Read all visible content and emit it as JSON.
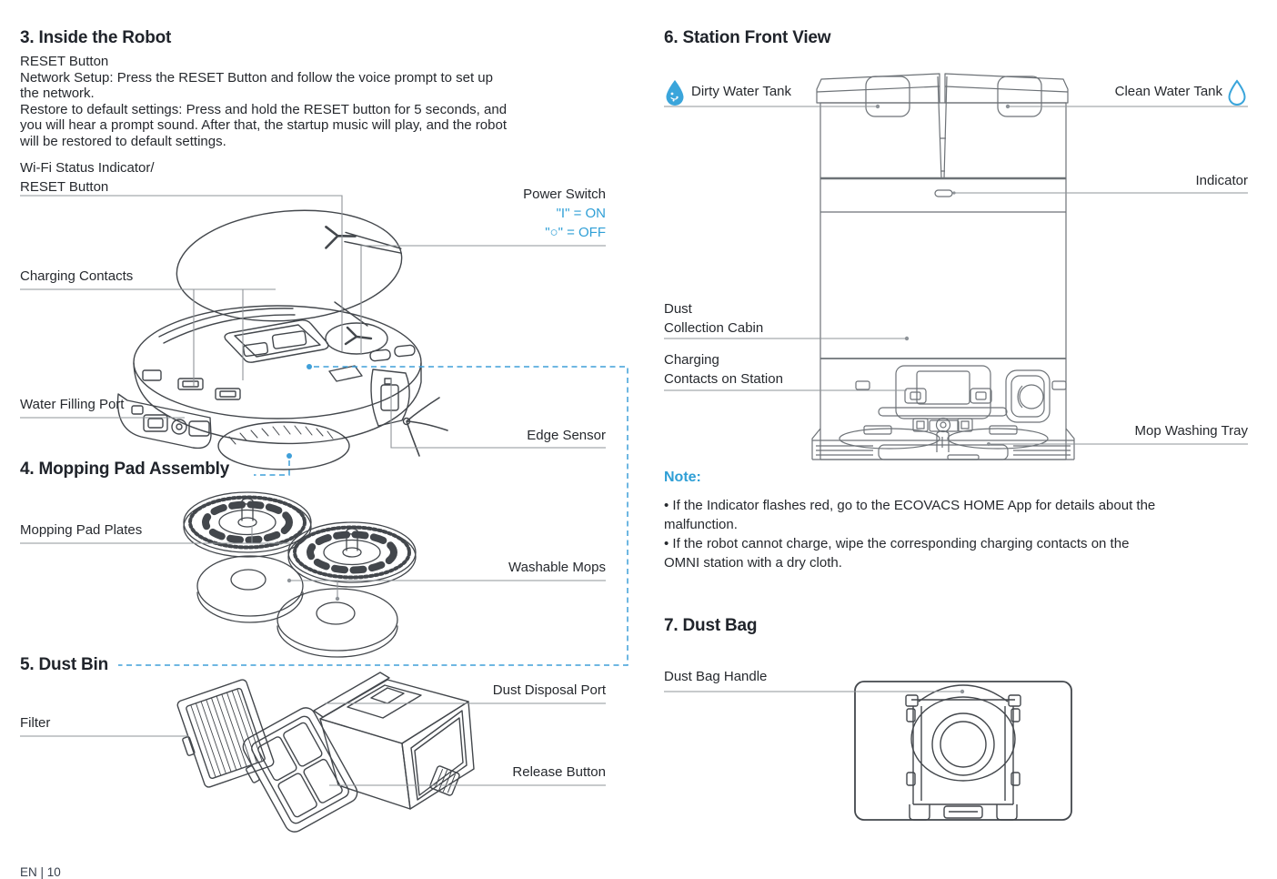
{
  "colors": {
    "accent_blue": "#2f9fd6",
    "dash_blue": "#3f9fd9",
    "leader_gray": "#8f9499",
    "drawing_stroke": "#43474c",
    "station_stroke": "#6d7277",
    "text_dark": "#26292e"
  },
  "left_column": {
    "inside_robot": {
      "heading": "3. Inside the Robot",
      "body_lines": [
        "RESET Button",
        "Network Setup: Press the RESET Button and follow the voice prompt to set up",
        "the network.",
        "Restore to default settings: Press and hold the RESET button for 5 seconds, and",
        "you will hear a prompt sound. After that, the startup music will play, and the robot",
        "will be restored to default settings."
      ],
      "labels": {
        "wifi_line1": "Wi-Fi Status Indicator/",
        "wifi_line2": "RESET Button",
        "power_switch": "Power Switch",
        "power_on": "\"I\" = ON",
        "power_off": "\"○\" = OFF",
        "charging_contacts": "Charging Contacts",
        "water_filling_port": "Water Filling Port",
        "edge_sensor": "Edge Sensor"
      }
    },
    "mopping_pad_assembly": {
      "heading": "4. Mopping Pad Assembly",
      "labels": {
        "mopping_pad_plates": "Mopping Pad Plates",
        "washable_mops": "Washable Mops"
      }
    },
    "dust_bin": {
      "heading": "5. Dust Bin",
      "labels": {
        "dust_disposal_port": "Dust Disposal Port",
        "filter": "Filter",
        "release_button": "Release Button"
      }
    }
  },
  "right_column": {
    "station_front_view": {
      "heading": "6. Station Front View",
      "labels": {
        "dirty_water_tank": "Dirty Water Tank",
        "clean_water_tank": "Clean Water Tank",
        "indicator": "Indicator",
        "dust_cabin_line1": "Dust",
        "dust_cabin_line2": "Collection Cabin",
        "charging_line1": "Charging",
        "charging_line2": "Contacts on Station",
        "mop_washing_tray": "Mop Washing Tray"
      }
    },
    "note": {
      "title": "Note:",
      "lines": [
        "• If the Indicator flashes red, go to the ECOVACS HOME App for details about the",
        "malfunction.",
        "• If the robot cannot charge, wipe the corresponding charging contacts on the",
        "OMNI station with a dry cloth."
      ]
    },
    "dust_bag": {
      "heading": "7. Dust Bag",
      "labels": {
        "dust_bag_handle": "Dust Bag Handle"
      }
    }
  },
  "footer": {
    "page_marker": "EN | 10"
  }
}
